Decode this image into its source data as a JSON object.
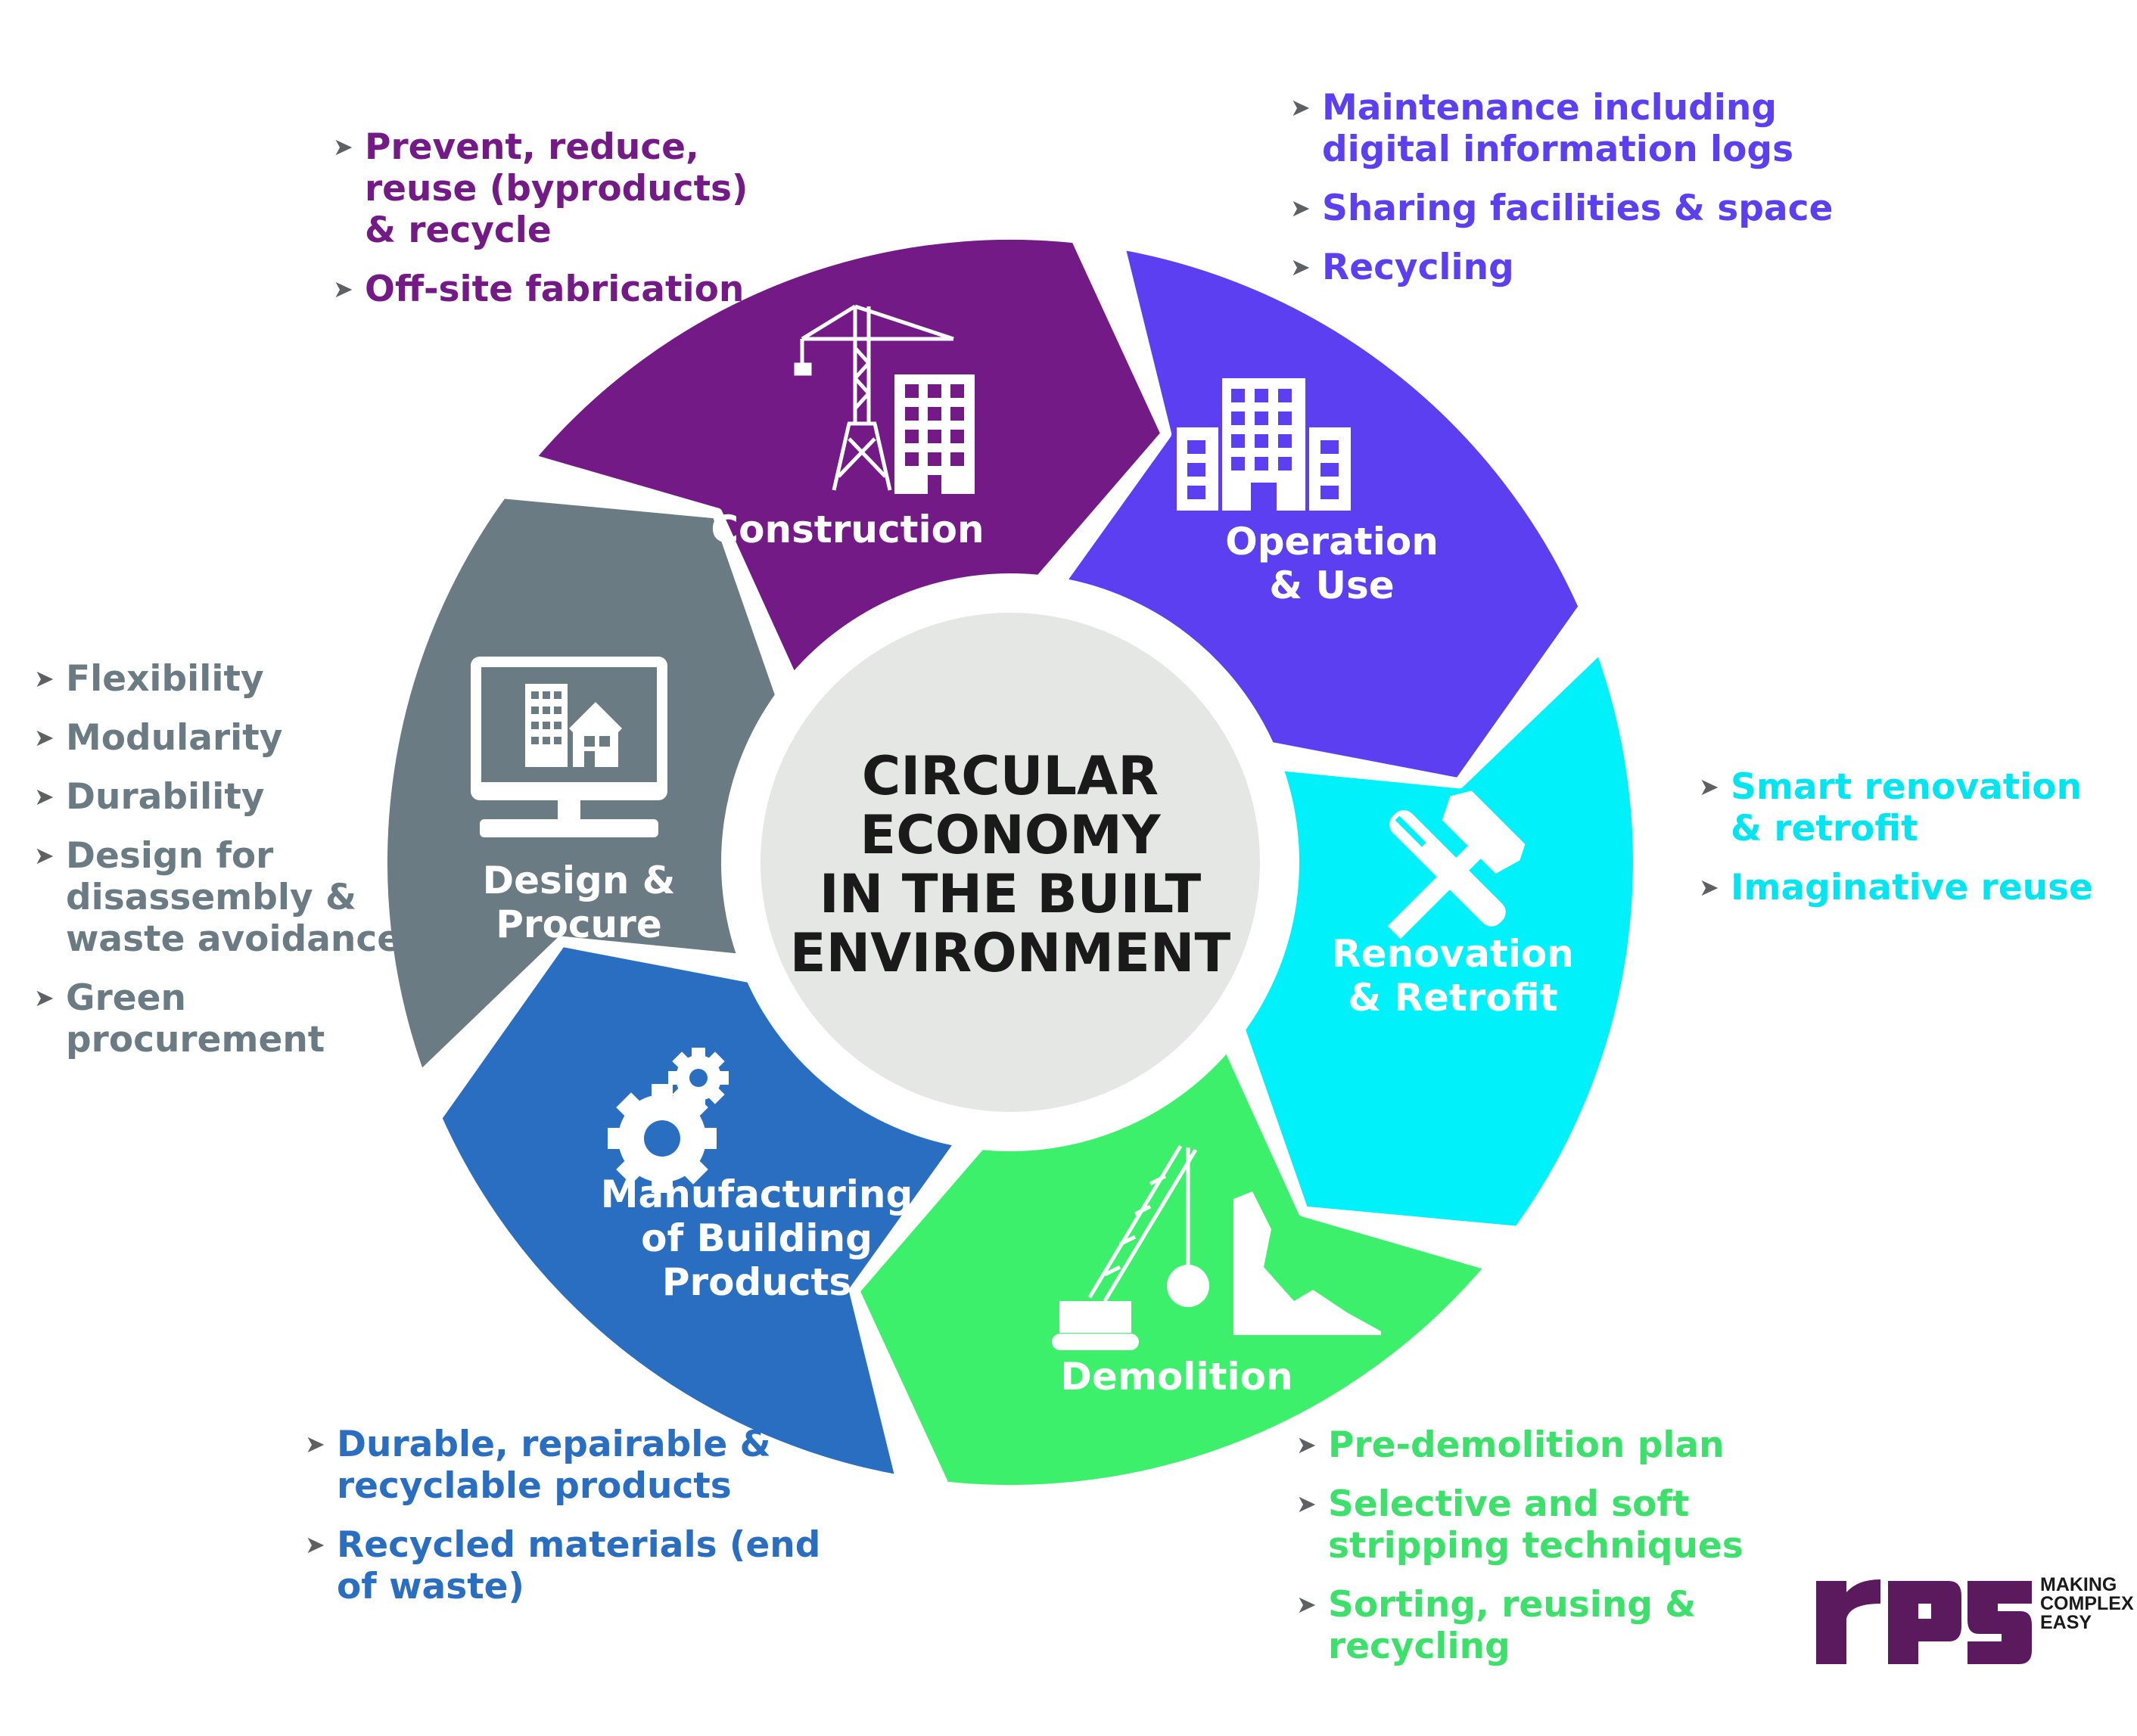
{
  "title": "CIRCULAR\nECONOMY\nIN THE BUILT\nENVIRONMENT",
  "segments": [
    {
      "name": "Construction",
      "color": "#741a86",
      "icon": "crane-and-building-icon"
    },
    {
      "name": "Operation\n& Use",
      "color": "#5b3ff0",
      "icon": "office-building-icon"
    },
    {
      "name": "Renovation\n& Retrofit",
      "color": "#00f1f9",
      "icon": "hammer-and-wrench-icon"
    },
    {
      "name": "Demolition",
      "color": "#3cf06c",
      "icon": "wrecking-ball-crane-icon"
    },
    {
      "name": "Manufacturing\nof Building\nProducts",
      "color": "#2a6ec1",
      "icon": "gears-icon"
    },
    {
      "name": "Design &\nProcure",
      "color": "#6b7b84",
      "icon": "computer-monitor-icon"
    }
  ],
  "bullets": {
    "construction": [
      "Prevent, reduce,\nreuse (byproducts)\n& recycle",
      "Off-site fabrication"
    ],
    "operation": [
      "Maintenance including\ndigital information logs",
      "Sharing facilities & space",
      "Recycling"
    ],
    "renovation": [
      "Smart renovation\n& retrofit",
      "Imaginative reuse"
    ],
    "demolition": [
      "Pre-demolition plan",
      "Selective and soft\nstripping techniques",
      "Sorting, reusing &\nrecycling"
    ],
    "manufacturing": [
      "Durable, repairable &\nrecyclable products",
      "Recycled materials (end\nof waste)"
    ],
    "design": [
      "Flexibility",
      "Modularity",
      "Durability",
      "Design for\ndisassembly &\nwaste avoidance",
      "Green\nprocurement"
    ]
  },
  "hub_color": "#e5e7e4",
  "logo": {
    "text": "rps",
    "tagline": "MAKING\nCOMPLEX\nEASY",
    "color": "#5c1a5e"
  }
}
